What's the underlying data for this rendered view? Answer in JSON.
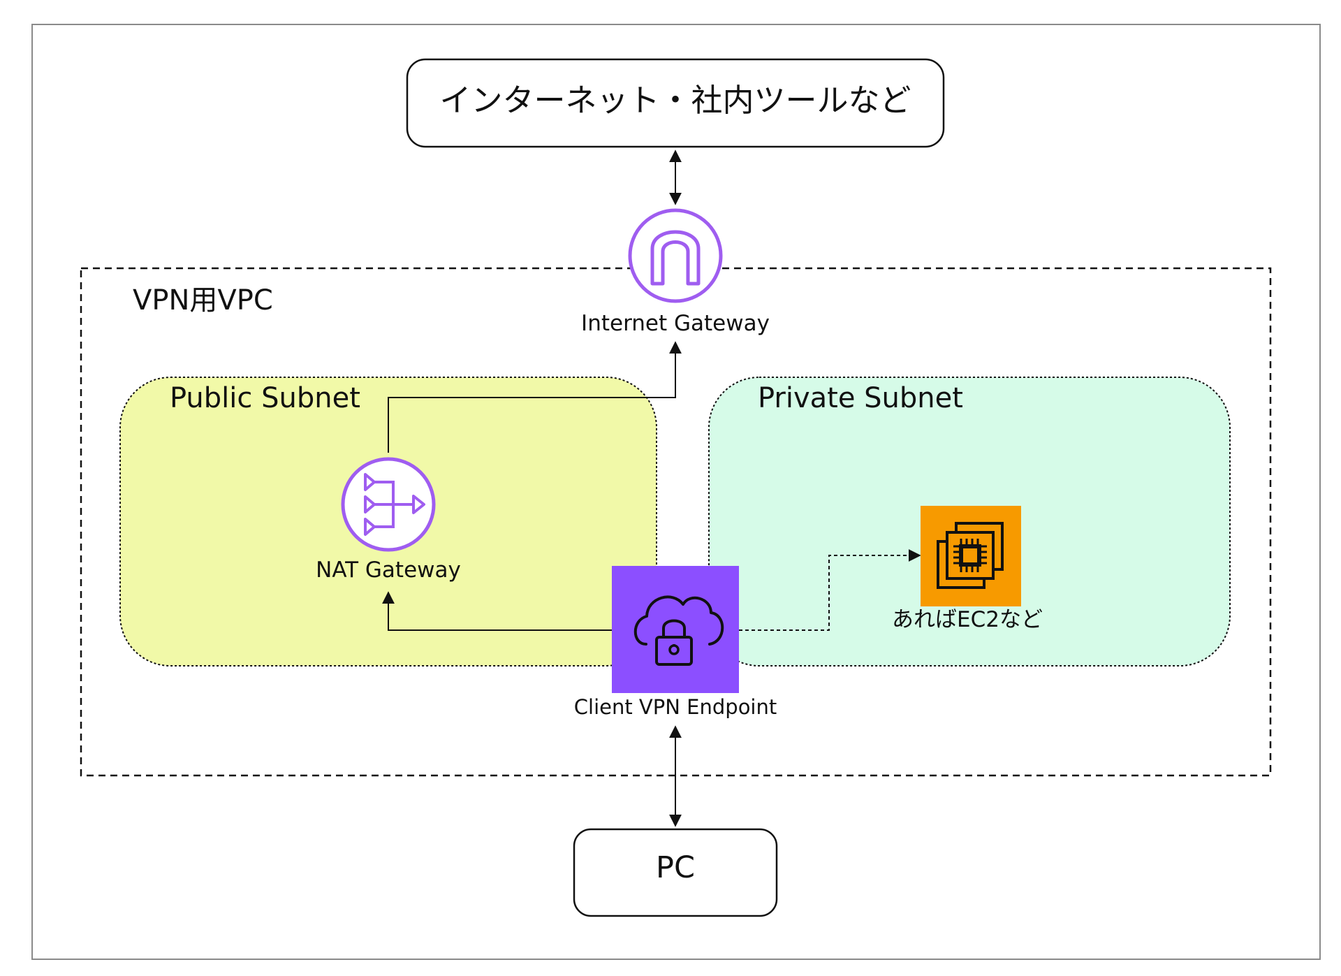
{
  "nodes": {
    "internet": "インターネット・社内ツールなど",
    "pc": "PC",
    "vpc": "VPN用VPC",
    "public_subnet": "Public Subnet",
    "private_subnet": "Private Subnet",
    "internet_gateway": "Internet Gateway",
    "nat_gateway": "NAT Gateway",
    "client_vpn_endpoint": "Client VPN Endpoint",
    "ec2": "あればEC2など"
  },
  "colors": {
    "public_subnet_fill": "#f1f9a8",
    "private_subnet_fill": "#d6fbe8",
    "aws_purple": "#9f5df0",
    "vpn_box": "#8c4fff",
    "ec2_box": "#f79a00",
    "line": "#111111"
  },
  "icons": {
    "internet_gateway": "internet-gateway-icon",
    "nat_gateway": "nat-gateway-icon",
    "client_vpn_endpoint": "client-vpn-lock-cloud-icon",
    "ec2": "ec2-chip-icon"
  }
}
